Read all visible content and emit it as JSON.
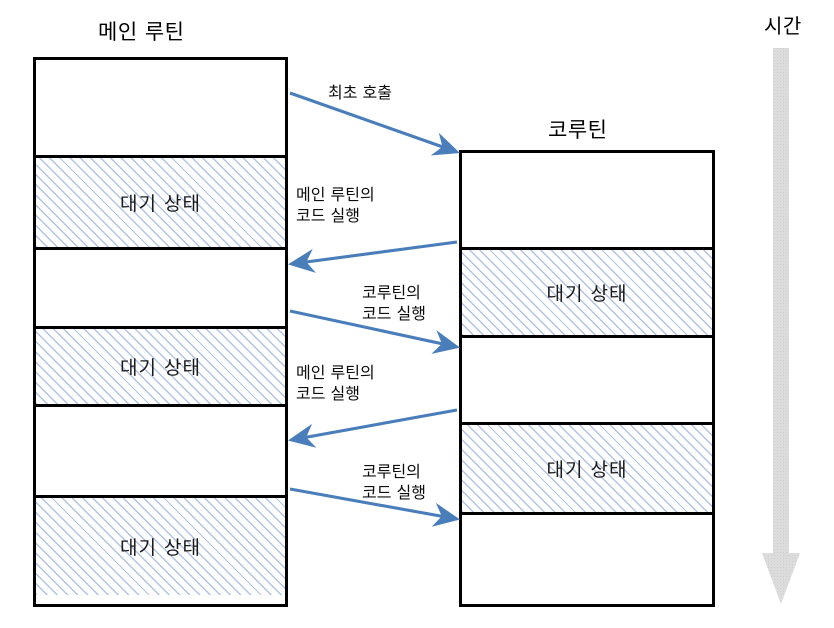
{
  "diagram": {
    "title_main": "메인 루틴",
    "title_coroutine": "코루틴",
    "title_time": "시간",
    "waiting_label": "대기 상태",
    "colors": {
      "arrow": "#4a7ebb",
      "hatch": "#aec0e2",
      "border": "#000000",
      "time_arrow": "#d0d0d0",
      "background": "#ffffff"
    }
  },
  "columns": {
    "main": {
      "name": "메인 루틴",
      "segments": [
        {
          "label": "",
          "state": "running"
        },
        {
          "label": "대기 상태",
          "state": "waiting"
        },
        {
          "label": "",
          "state": "running"
        },
        {
          "label": "대기 상태",
          "state": "waiting"
        },
        {
          "label": "",
          "state": "running"
        },
        {
          "label": "대기 상태",
          "state": "waiting"
        }
      ]
    },
    "coroutine": {
      "name": "코루틴",
      "segments": [
        {
          "label": "",
          "state": "running"
        },
        {
          "label": "대기 상태",
          "state": "waiting"
        },
        {
          "label": "",
          "state": "running"
        },
        {
          "label": "대기 상태",
          "state": "waiting"
        },
        {
          "label": "",
          "state": "running"
        }
      ]
    }
  },
  "transitions": [
    {
      "id": "first-call",
      "label": "최초 호출",
      "direction": "main-to-coroutine"
    },
    {
      "id": "main-1",
      "label": "메인 루틴의\n코드 실행",
      "direction": "coroutine-to-main"
    },
    {
      "id": "coro-1",
      "label": "코루틴의\n코드 실행",
      "direction": "main-to-coroutine"
    },
    {
      "id": "main-2",
      "label": "메인 루틴의\n코드 실행",
      "direction": "coroutine-to-main"
    },
    {
      "id": "coro-2",
      "label": "코루틴의\n코드 실행",
      "direction": "main-to-coroutine"
    }
  ]
}
